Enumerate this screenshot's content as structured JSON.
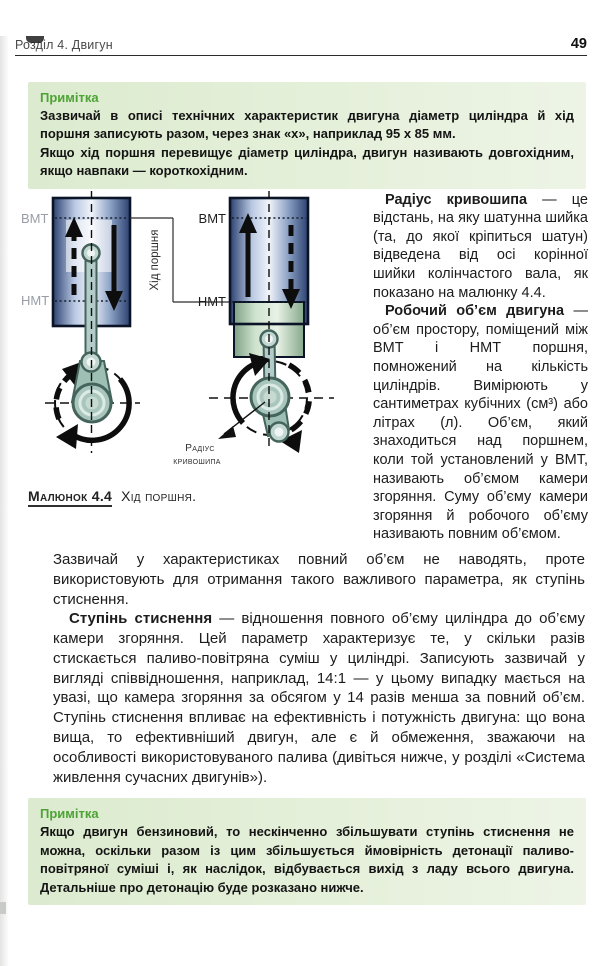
{
  "header": {
    "chapter": "Розділ 4. Двигун",
    "page_number": "49"
  },
  "note_top": {
    "title": "Примітка",
    "paragraphs": [
      "Зазвичай в описі технічних характеристик двигуна діаметр циліндра й хід поршня записують разом, через знак «х», наприклад 95 х 85 мм.",
      "Якщо хід поршня перевищує діаметр циліндра, двигун називають довгохідним, якщо навпаки — короткохідним."
    ]
  },
  "figure": {
    "vmt": "ВМТ",
    "nmt": "НМТ",
    "stroke_label": "Хід поршня",
    "crank_radius_line1": "Радіус",
    "crank_radius_line2": "кривошипа",
    "caption_label": "Малюнок 4.4",
    "caption_text": "Хід поршня."
  },
  "column": {
    "para1_lead": "Радіус кривошипа",
    "para1_rest": " — це відстань, на яку шатунна шийка (та, до якої кріпиться шатун) відведена від осі корінної шийки колінчастого вала, як показано на малюнку 4.4.",
    "para2_lead": "Робочий об’єм двигуна",
    "para2_rest": " — об’єм простору, поміщений між ВМТ і НМТ поршня, помножений на кількість циліндрів. Вимірюють у сантиметрах кубічних (см³) або літрах (л). Об’єм, який знаходиться над поршнем, коли той установлений у ВМТ, називають об’ємом камери згоряння. Суму об’єму камери згоряння й робочого об’єму називають повним об’ємом."
  },
  "body": {
    "para1": "Зазвичай у характеристиках повний об’єм не наводять, проте використовують для отримання такого важливого параметра, як ступінь стиснення.",
    "para2_lead": "Ступінь стиснення",
    "para2_rest": " — відношення повного об’єму циліндра до об’єму камери згоряння. Цей параметр характеризує те, у скільки разів стискається паливо-повітряна суміш у циліндрі. Записують зазвичай у вигляді співвідношення, наприклад, 14:1 — у цьому випадку мається на увазі, що камера згоряння за обсягом у 14 разів менша за повний об’єм. Ступінь стиснення впливає на ефективність і потужність двигуна: що вона вища, то ефективніший двигун, але є й обмеження, зважаючи на особливості використовуваного палива (дивіться нижче, у розділі «Система живлення сучасних двигунів»)."
  },
  "note_bottom": {
    "title": "Примітка",
    "text": "Якщо двигун бензиновий, то нескінченно збільшувати ступінь стиснення не можна, оскільки разом із цим збільшується ймовірність детонації паливо-повітряної суміші і, як наслідок, відбувається вихід з ладу всього двигуна. Детальніше про детонацію буде розказано нижче."
  },
  "colors": {
    "note_bg": "#e3efd8",
    "note_title_green": "#4da335",
    "cylinder_dark": "#2c4170",
    "cylinder_light": "#f0f4fa",
    "piston_green": "#cfe3cf",
    "rod_teal": "#a9c6bd",
    "faded_label_gray": "#989da6",
    "text": "#1c1c1c"
  }
}
